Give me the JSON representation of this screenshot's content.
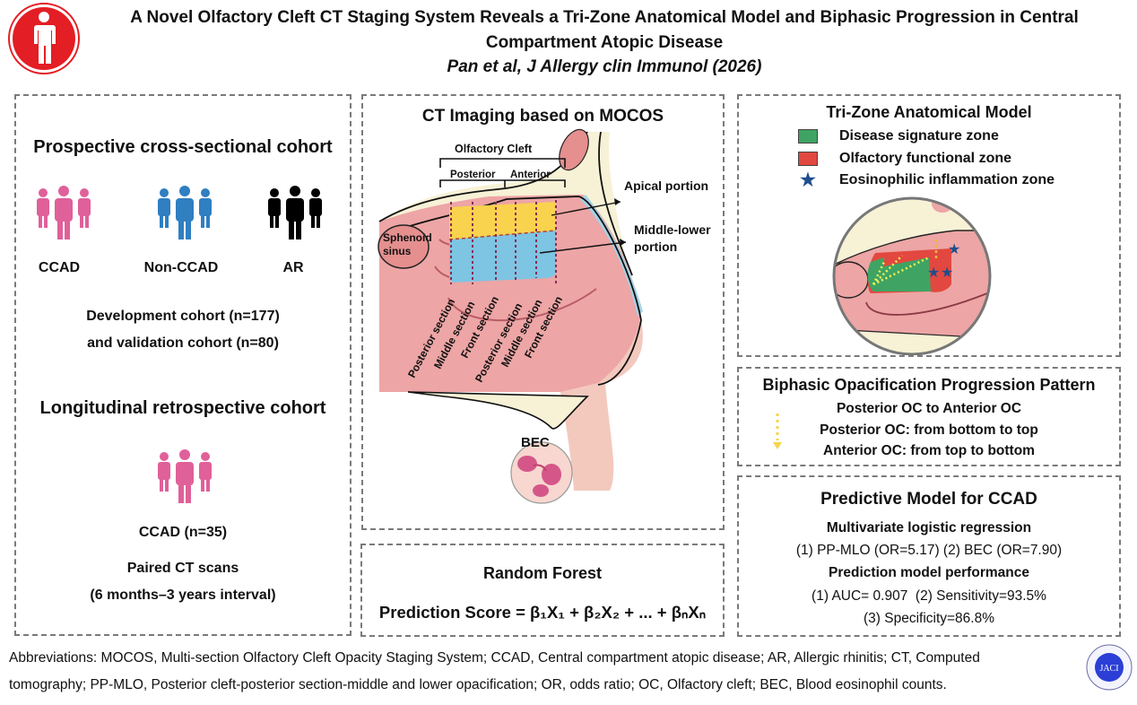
{
  "header": {
    "title_line1": "A Novel Olfactory Cleft CT Staging System Reveals a Tri-Zone Anatomical Model and Biphasic Progression in Central",
    "title_line2": "Compartment Atopic Disease",
    "citation": "Pan et al, J Allergy clin Immunol (2026)",
    "logo_icon": "person-icon",
    "logo_color": "#e31e24"
  },
  "cohorts": {
    "prospective_title": "Prospective cross-sectional cohort",
    "groups": [
      {
        "label": "CCAD",
        "icon": "people-group-icon",
        "color": "#e0609a"
      },
      {
        "label": "Non-CCAD",
        "icon": "people-group-icon",
        "color": "#2f7fc1"
      },
      {
        "label": "AR",
        "icon": "people-group-icon",
        "color": "#000000"
      }
    ],
    "development": "Development cohort (n=177)",
    "validation": "and validation cohort (n=80)",
    "longitudinal_title": "Longitudinal retrospective cohort",
    "longitudinal_group": {
      "label": "CCAD (n=35)",
      "icon": "people-group-icon",
      "color": "#e0609a"
    },
    "paired": "Paired CT scans",
    "interval": "(6 months–3 years interval)"
  },
  "ct": {
    "title": "CT Imaging based on MOCOS",
    "olfactory_cleft": "Olfactory Cleft",
    "posterior": "Posterior",
    "anterior": "Anterior",
    "apical": "Apical portion",
    "middle_lower_1": "Middle-lower",
    "middle_lower_2": "portion",
    "sphenoid_1": "Sphenoid",
    "sphenoid_2": "sinus",
    "sections": [
      "Posterior section",
      "Middle section",
      "Front section",
      "Posterior section",
      "Middle section",
      "Front section"
    ],
    "bec": "BEC",
    "colors": {
      "apical": "#f9d24e",
      "middle_lower": "#7ec4e3",
      "tissue": "#eda5a5",
      "bone": "#f7f1d6"
    }
  },
  "random_forest": {
    "title": "Random Forest",
    "formula": "Prediction Score = β₁X₁ + β₂X₂ + ... + βₙXₙ"
  },
  "trizone": {
    "title": "Tri-Zone Anatomical Model",
    "legend": [
      {
        "label": "Disease signature zone",
        "color": "#3fa463",
        "kind": "square"
      },
      {
        "label": "Olfactory functional zone",
        "color": "#e2483f",
        "kind": "square"
      },
      {
        "label": "Eosinophilic inflammation zone",
        "color": "#1f4e8c",
        "kind": "star"
      }
    ]
  },
  "biphasic": {
    "title": "Biphasic Opacification Progression Pattern",
    "lines": [
      "Posterior OC to Anterior OC",
      "Posterior OC: from bottom to top",
      "Anterior OC: from top to bottom"
    ],
    "arrow_icon": "dotted-arrow-down-icon",
    "arrow_color": "#f5d54a"
  },
  "predictive": {
    "title": "Predictive Model for CCAD",
    "sub1": "Multivariate logistic regression",
    "line1": "(1) PP-MLO (OR=5.17) (2) BEC (OR=7.90)",
    "sub2": "Prediction model performance",
    "line2": "(1) AUC= 0.907  (2) Sensitivity=93.5%",
    "line3": "(3) Specificity=86.8%"
  },
  "footer": {
    "line1": "Abbreviations: MOCOS, Multi-section Olfactory Cleft Opacity Staging System; CCAD, Central compartment atopic disease; AR, Allergic rhinitis; CT, Computed",
    "line2": "tomography; PP-MLO, Posterior cleft-posterior section-middle and lower opacification; OR, odds ratio; OC, Olfactory cleft; BEC, Blood eosinophil counts.",
    "logo_text": "JACI",
    "logo_color": "#2b3fd6"
  }
}
